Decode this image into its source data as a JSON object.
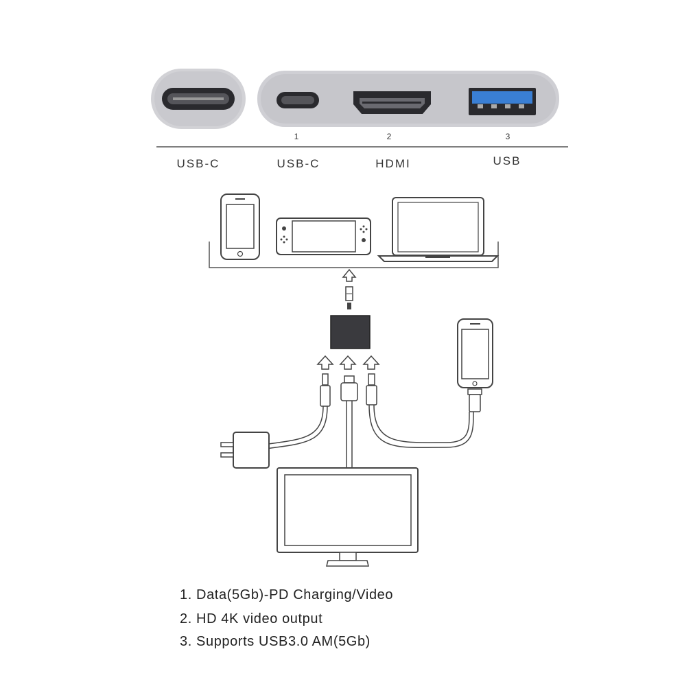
{
  "ports": {
    "input_label": "USB-C",
    "outputs": [
      {
        "number": "1",
        "label": "USB-C"
      },
      {
        "number": "2",
        "label": "HDMI"
      },
      {
        "number": "3",
        "label": "USB"
      }
    ],
    "usb_port_color": "#3a7fd4"
  },
  "features": [
    "1. Data(5Gb)-PD Charging/Video",
    "2. HD 4K video output",
    "3. Supports USB3.0 AM(5Gb)"
  ]
}
